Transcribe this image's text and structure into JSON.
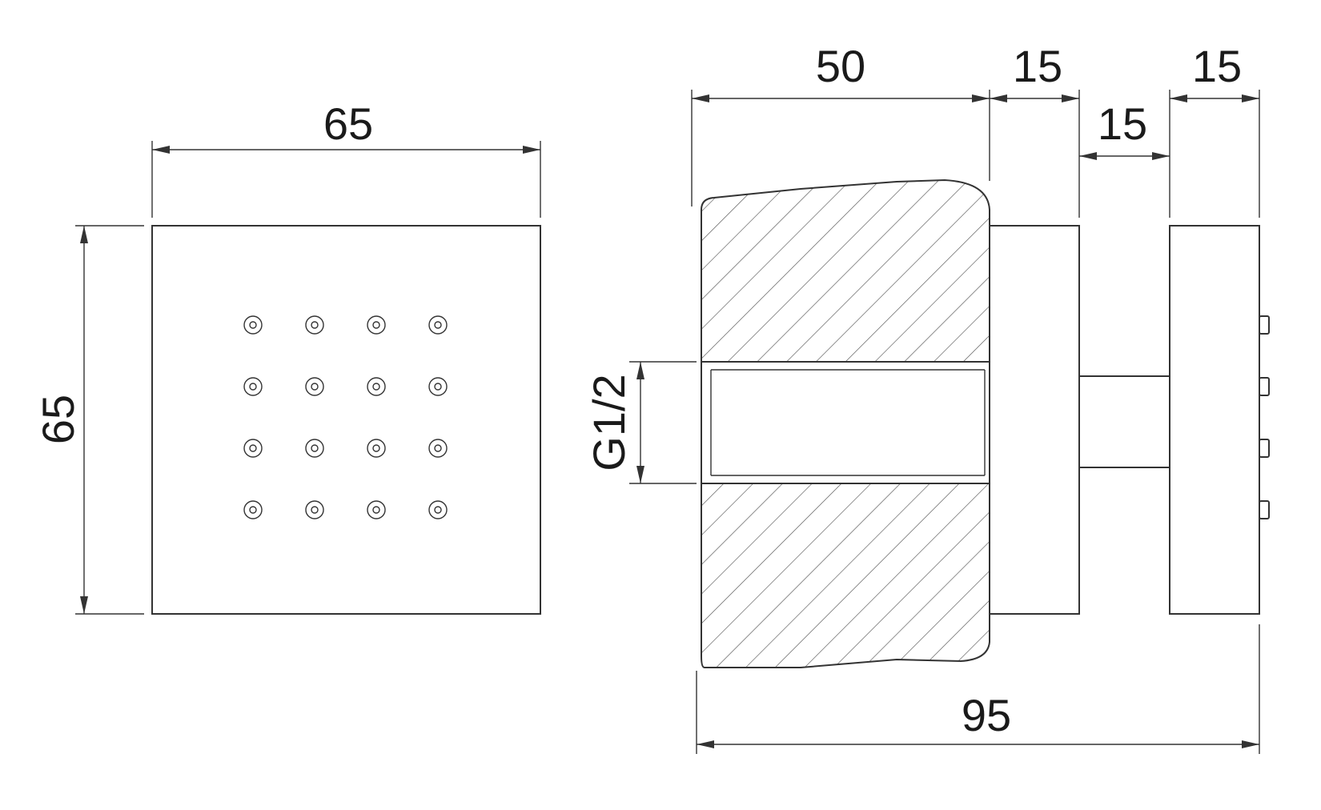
{
  "front_view": {
    "width_label": "65",
    "height_label": "65",
    "nozzle_rows": 4,
    "nozzle_cols": 4
  },
  "side_view": {
    "body_depth_label": "50",
    "collar_depth_label": "15",
    "stem_length_label": "15",
    "plate_depth_label": "15",
    "overall_depth_label": "95",
    "thread_label": "G1/2",
    "side_nozzle_count": 4
  },
  "colors": {
    "line": "#333333",
    "text": "#1a1a1a",
    "background": "#ffffff"
  }
}
